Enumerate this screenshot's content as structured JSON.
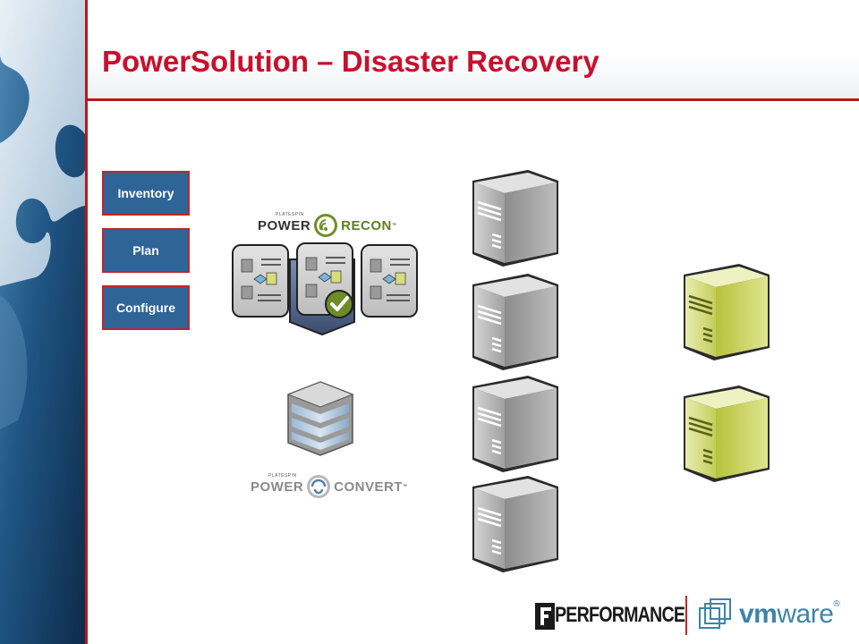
{
  "slide": {
    "title": "PowerSolution – Disaster Recovery"
  },
  "steps": [
    {
      "label": "Inventory"
    },
    {
      "label": "Plan"
    },
    {
      "label": "Configure"
    }
  ],
  "recon_logo": {
    "brand_small": "PLATESPIN",
    "power": "POWER",
    "product": "RECON",
    "tm": "™"
  },
  "convert_logo": {
    "brand_small": "PLATESPIN",
    "power": "POWER",
    "product": "CONVERT",
    "tm": "™"
  },
  "footer": {
    "performance": "PERFORMANCE",
    "vmware_prefix": "vm",
    "vmware_suffix": "ware",
    "reg": "®"
  },
  "colors": {
    "title": "#c8102e",
    "rule": "#b31b1b",
    "step_button": "#2f6497",
    "physical_server": "#a7a7a7",
    "virtual_server": "#cfd86a"
  }
}
